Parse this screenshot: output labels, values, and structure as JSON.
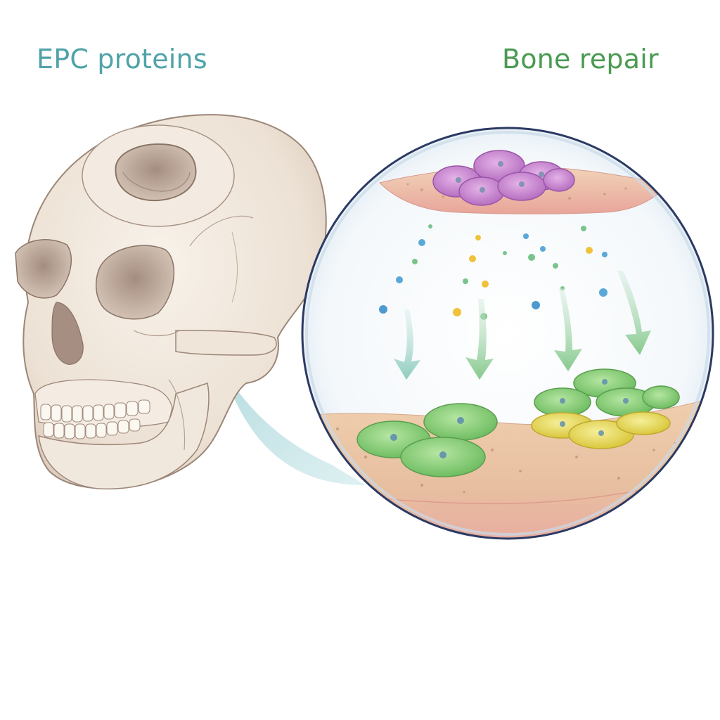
{
  "labels": {
    "left": "EPC proteins",
    "right": "Bone repair"
  },
  "colors": {
    "left_label": "#4fa3a8",
    "right_label": "#4a9a52",
    "skull_bone": "#efe6dc",
    "skull_outline": "#8a7466",
    "lens_border": "#2b3a63",
    "epc_cells": "#cc86d2",
    "bone_cells_green": "#8fd17a",
    "bone_cells_yellow": "#ecdf5c",
    "tissue": "#ecc7a5",
    "arrow": "#8fcf86"
  },
  "icons": [
    "skull-illustration",
    "magnifier-lens",
    "cell-cluster",
    "signal-arrow"
  ]
}
